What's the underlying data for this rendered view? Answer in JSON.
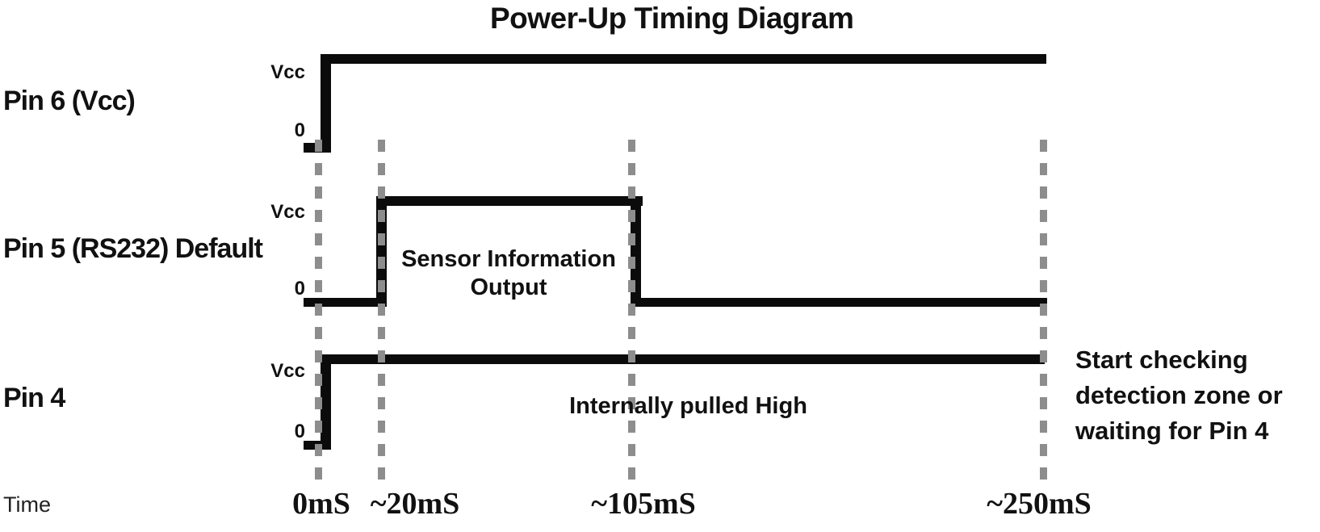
{
  "title": "Power-Up Timing Diagram",
  "colors": {
    "trace": "#0b0b0b",
    "dashed_marker": "#8d8d8d",
    "text": "#111111",
    "background": "#ffffff"
  },
  "time_axis": {
    "label": "Time",
    "ticks": [
      {
        "label": "0mS"
      },
      {
        "label": "~20mS"
      },
      {
        "label": "~105mS"
      },
      {
        "label": "~250mS"
      }
    ]
  },
  "signals": [
    {
      "name": "Pin 6 (Vcc)",
      "high_label": "Vcc",
      "low_label": "0",
      "waveform": "low before 0mS, rises at 0mS, stays high through ~250mS"
    },
    {
      "name": "Pin 5 (RS232) Default",
      "high_label": "Vcc",
      "low_label": "0",
      "annotation": [
        "Sensor Information",
        "Output"
      ],
      "waveform": "low from 0mS, high pulse from ~20mS to ~105mS, low through ~250mS"
    },
    {
      "name": "Pin 4",
      "high_label": "Vcc",
      "low_label": "0",
      "annotation": [
        "Internally pulled High"
      ],
      "waveform": "low before 0mS, rises at 0mS, stays high through ~250mS"
    }
  ],
  "note": {
    "lines": [
      "Start checking",
      "detection zone or",
      "waiting for Pin 4"
    ]
  }
}
